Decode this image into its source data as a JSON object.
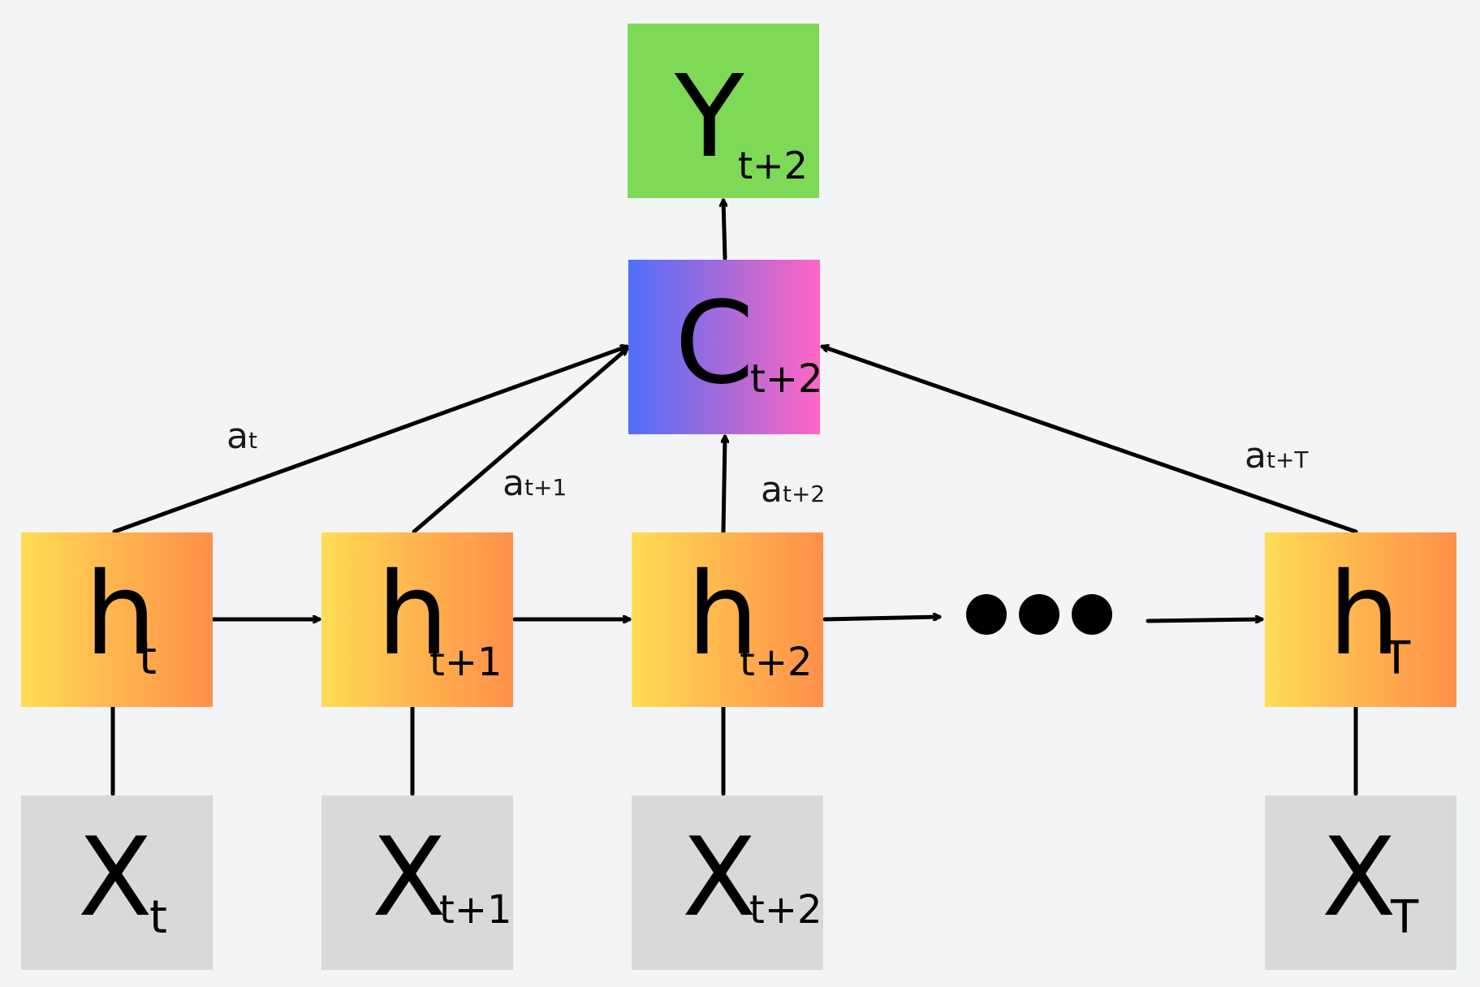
{
  "diagram": {
    "output": {
      "main": "Y",
      "sub": "t+2"
    },
    "context": {
      "main": "C",
      "sub": "t+2"
    },
    "hidden": [
      {
        "main": "h",
        "sub": "t"
      },
      {
        "main": "h",
        "sub": "t+1"
      },
      {
        "main": "h",
        "sub": "t+2"
      },
      {
        "main": "h",
        "sub": "T"
      }
    ],
    "inputs": [
      {
        "main": "X",
        "sub": "t"
      },
      {
        "main": "X",
        "sub": "t+1"
      },
      {
        "main": "X",
        "sub": "t+2"
      },
      {
        "main": "X",
        "sub": "T"
      }
    ],
    "weights": [
      {
        "main": "a",
        "sub": "t"
      },
      {
        "main": "a",
        "sub": "t+1"
      },
      {
        "main": "a",
        "sub": "t+2"
      },
      {
        "main": "a",
        "sub": "t+T"
      }
    ]
  },
  "colors": {
    "background": "#f2f4f6",
    "output_fill": "#7ed957",
    "input_fill": "#d9d9d9",
    "hidden_gradient": [
      "#ffdd55",
      "#ff8f49"
    ],
    "context_gradient": [
      "#4f6ffc",
      "#ff66c4"
    ],
    "arrow": "#000000"
  }
}
